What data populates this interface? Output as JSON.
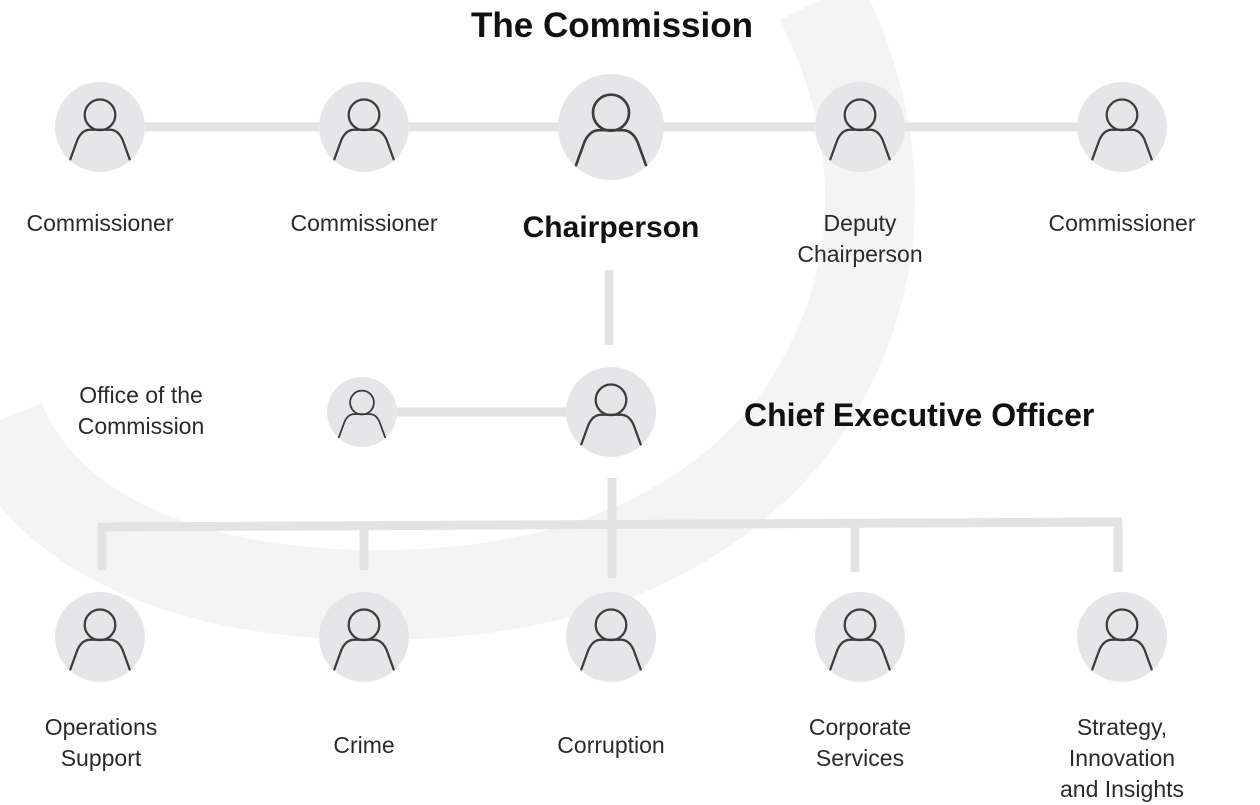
{
  "title": "The Commission",
  "commission": {
    "commissioner_1": "Commissioner",
    "commissioner_2": "Commissioner",
    "chairperson": "Chairperson",
    "deputy_chairperson": "Deputy\nChairperson",
    "commissioner_3": "Commissioner"
  },
  "office": "Office of the\nCommission",
  "ceo": "Chief Executive Officer",
  "divisions": {
    "operations_support": "Operations\nSupport",
    "crime": "Crime",
    "corruption": "Corruption",
    "corporate_services": "Corporate\nServices",
    "strategy": "Strategy, Innovation\nand Insights"
  },
  "colors": {
    "node_fill": "#e6e6e8",
    "connector": "#e3e3e3",
    "icon_stroke": "#3c3c3c",
    "background_arc": "#f6f6f7"
  },
  "icon": "person-outline-icon"
}
